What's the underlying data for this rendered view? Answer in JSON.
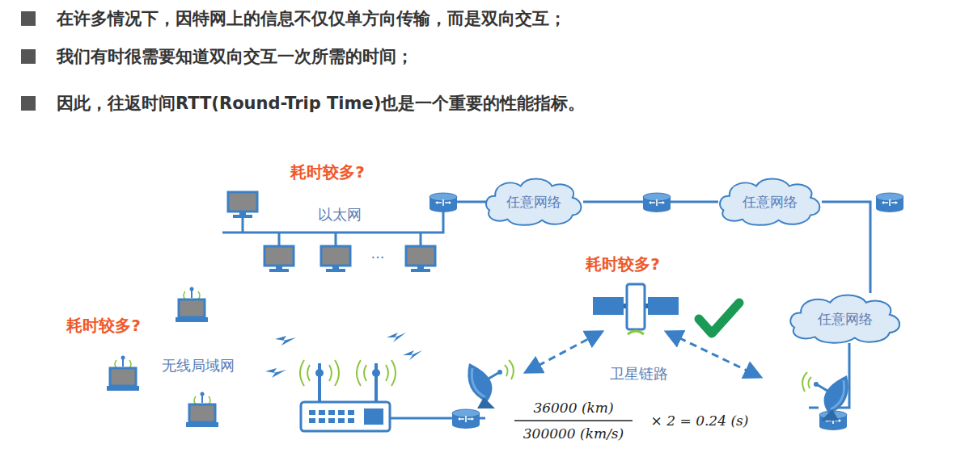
{
  "diagram": {
    "nodes": [
      {
        "text": [
          "任意网络"
        ]
      },
      {
        "text": [
          "任意网络"
        ]
      },
      {
        "text": [
          "任意网络"
        ]
      }
    ],
    "edges": [
      {
        "from": 0,
        "to": 1,
        "arrow": "none"
      },
      {
        "from": 1,
        "to": 2,
        "arrow": "none"
      }
    ],
    "labels": [
      "在许多情况下，因特网上的信息不仅仅单方向传输，而是双向交互；",
      "我们有时很需要知道双向交互一次所需的时间；",
      "因此，往返时间RTT(Round-Trip Time)也是一个重要的性能指标。",
      "耗时较多?",
      "以太网",
      "···",
      "耗时较多?",
      "耗时较多?",
      "无线局域网",
      "卫星链路",
      "36000 (km)",
      "300000 (km/s)",
      "× 2 = 0.24 (s)"
    ]
  }
}
